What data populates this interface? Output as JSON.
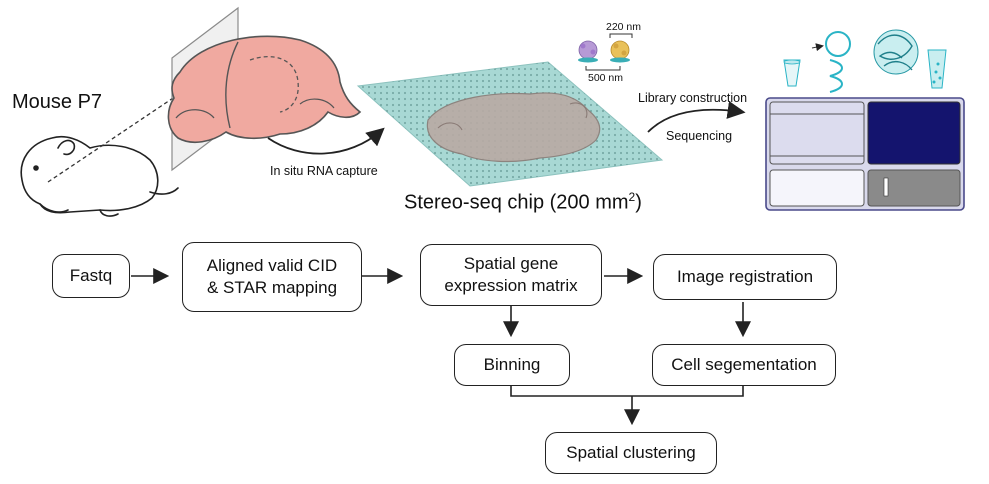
{
  "top": {
    "mouse_label": "Mouse P7",
    "capture_label": "In situ RNA capture",
    "chip_label": "Stereo-seq chip (200 mm",
    "chip_label_sup": "2",
    "chip_label_end": ")",
    "bead_spacing_label": "220 nm",
    "bead_pitch_label": "500 nm",
    "library_label": "Library construction",
    "sequencing_label": "Sequencing"
  },
  "pipeline": {
    "fastq": "Fastq",
    "aligned_line1": "Aligned valid CID",
    "aligned_line2": "& STAR mapping",
    "matrix_line1": "Spatial gene",
    "matrix_line2": "expression matrix",
    "image_registration": "Image registration",
    "binning": "Binning",
    "cell_segmentation": "Cell segementation",
    "spatial_clustering": "Spatial clustering"
  },
  "colors": {
    "brain": "#f0a9a0",
    "brain_outline": "#555555",
    "chip": "#a8d8d4",
    "chip_dots": "#5a8f8b",
    "tissue": "#b9aaa4",
    "sequencer_frame": "#4a4a8a",
    "sequencer_screen": "#14146e",
    "bead_purple": "#b79ad6",
    "bead_yellow": "#e9c15a",
    "cyan_accent": "#2ab4c6"
  }
}
